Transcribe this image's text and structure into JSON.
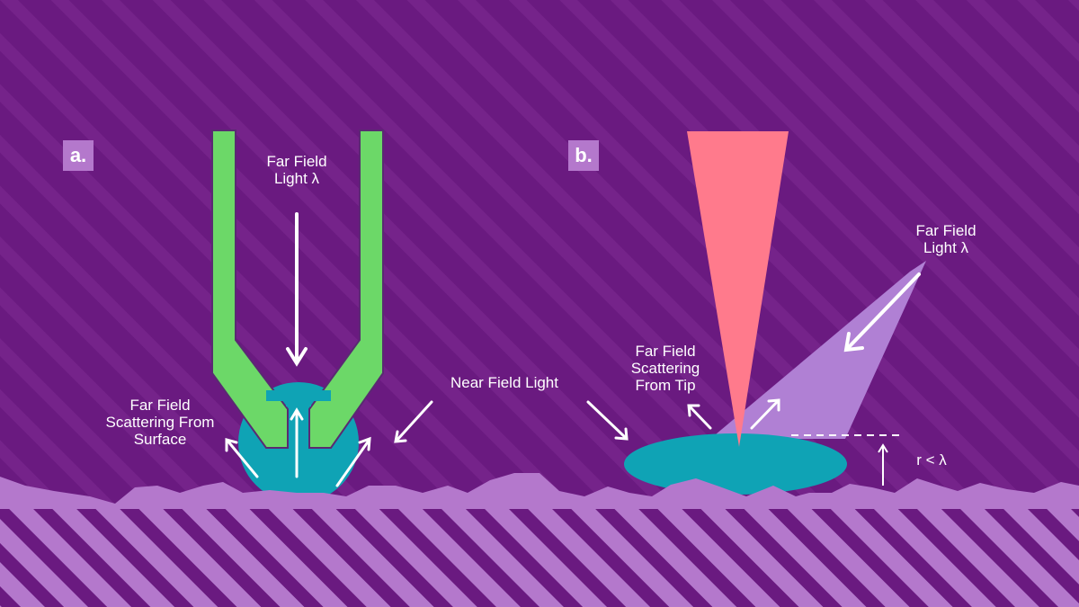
{
  "panel_a": {
    "badge": "a.",
    "far_field_light": [
      "Far Field",
      "Light λ"
    ],
    "scattering_from_surface": [
      "Far Field",
      "Scattering From",
      "Surface"
    ]
  },
  "center": {
    "near_field_light": "Near Field Light"
  },
  "panel_b": {
    "badge": "b.",
    "far_field_light": [
      "Far Field",
      "Light λ"
    ],
    "scattering_from_tip": [
      "Far Field",
      "Scattering",
      "From Tip"
    ],
    "distance_label": "r < λ"
  },
  "colors": {
    "background": "#6a1a80",
    "stripe": "#7a2a90",
    "green_probe": "#6cd868",
    "pink_tip": "#ff7a8c",
    "teal_field": "#0fa3b5",
    "substrate": "#b478cc",
    "light_beam": "#b080d4",
    "badge": "#b478cc"
  }
}
